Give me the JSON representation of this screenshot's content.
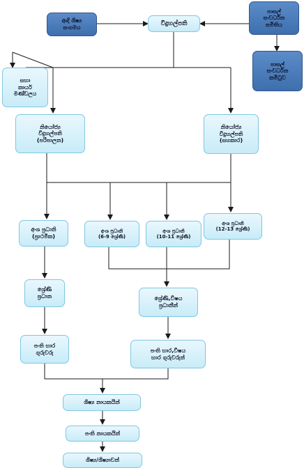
{
  "nodes": {
    "old_students": {
      "lines": [
        "ආදි ශිෂ්‍ය",
        "සංගමය"
      ]
    },
    "principal": {
      "lines": [
        "විදුහල්පති"
      ]
    },
    "sdc": {
      "lines": [
        "පාසල්",
        "සංවර්ධන",
        "සමිතිය"
      ]
    },
    "sdc_committee": {
      "lines": [
        "පාසල්",
        "සංවර්ධන",
        "කමිටුව"
      ]
    },
    "cooperative": {
      "lines": [
        "සභා",
        "කාර්ය",
        "මණ්ඩලය"
      ]
    },
    "deputy_admin": {
      "lines": [
        "නියෝජ්‍ය",
        "විදුහල්පති",
        "(පරිපාලන)"
      ]
    },
    "deputy_coop": {
      "lines": [
        "නියෝජ්‍ය",
        "විදුහල්පති",
        "(සහකාර)"
      ]
    },
    "section_primary": {
      "lines": [
        "අංශ ප්‍රධානි",
        "(ප්‍රාථමික)"
      ]
    },
    "section_6_9": {
      "lines": [
        "අංශ ප්‍රධානි",
        "(6-9 ශ්‍රේණි)"
      ]
    },
    "section_10_11": {
      "lines": [
        "අංශ ප්‍රධානි",
        "(10-11 ශ්‍රේණි)"
      ]
    },
    "section_12_13": {
      "lines": [
        "අංශ ප්‍රධානි",
        "(12-13 ශ්‍රේණි)"
      ]
    },
    "grade_heads": {
      "lines": [
        "ශ්‍රේණි",
        "ප්‍රධාන"
      ]
    },
    "grade_subject_heads": {
      "lines": [
        "ශ්‍රේණි,විෂය",
        "ප්‍රධානීන්"
      ]
    },
    "class_teachers": {
      "lines": [
        "පංති භාර",
        "ගුරුවරු"
      ]
    },
    "class_subject_teachers": {
      "lines": [
        "පංති භාර,විෂය",
        "භාර ගුරුවරුන්"
      ]
    },
    "student_leaders": {
      "lines": [
        "ශිෂ්‍ය නායකයින්"
      ]
    },
    "class_leaders": {
      "lines": [
        "පංති නායකයින්"
      ]
    },
    "students": {
      "lines": [
        "ශිෂ්‍ය/ශිෂ්‍යාවන්"
      ]
    }
  },
  "colors": {
    "top_level_fill": "#4a7bbb",
    "lower_level_fill": "#d9f1fa",
    "connector": "#1a1a1a"
  }
}
